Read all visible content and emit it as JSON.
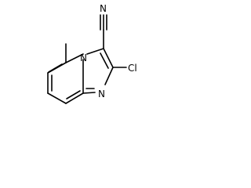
{
  "molecule": {
    "labels": {
      "nitrile_nitrogen": "N",
      "bridgehead_nitrogen": "N",
      "imidazole_nitrogen": "N",
      "chlorine": "Cl"
    }
  }
}
